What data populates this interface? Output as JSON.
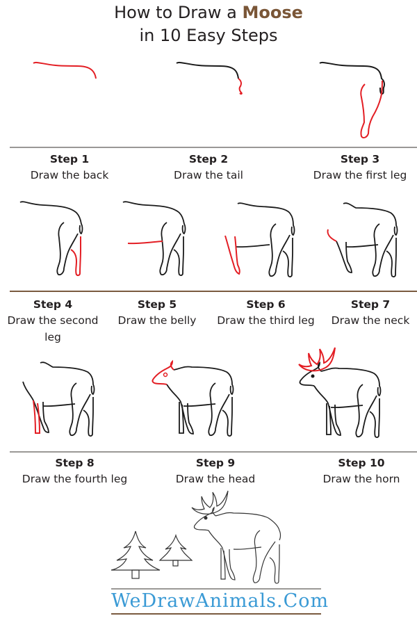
{
  "colors": {
    "text": "#231f20",
    "accent_brown": "#7a5637",
    "highlight_red": "#e31e24",
    "line_black": "#1a1a1a",
    "divider_gray": "#9a9896",
    "divider_brown": "#7a5a3f",
    "logo_blue": "#3a9ad5",
    "logo_gray": "#666666"
  },
  "header": {
    "title_prefix": "How to Draw a ",
    "title_accent": "Moose",
    "subtitle": "in 10 Easy Steps"
  },
  "steps": [
    {
      "number": "Step 1",
      "description": "Draw the back"
    },
    {
      "number": "Step 2",
      "description": "Draw the tail"
    },
    {
      "number": "Step 3",
      "description": "Draw the first leg"
    },
    {
      "number": "Step 4",
      "description": "Draw the second leg"
    },
    {
      "number": "Step 5",
      "description": "Draw the belly"
    },
    {
      "number": "Step 6",
      "description": "Draw the third leg"
    },
    {
      "number": "Step 7",
      "description": "Draw the neck"
    },
    {
      "number": "Step 8",
      "description": "Draw the fourth leg"
    },
    {
      "number": "Step 9",
      "description": "Draw the head"
    },
    {
      "number": "Step 10",
      "description": "Draw the horn"
    }
  ],
  "footer": {
    "logo": {
      "we": "We",
      "draw": "Draw",
      "animals": "Animals",
      "dot": ".",
      "com": "Com"
    }
  }
}
